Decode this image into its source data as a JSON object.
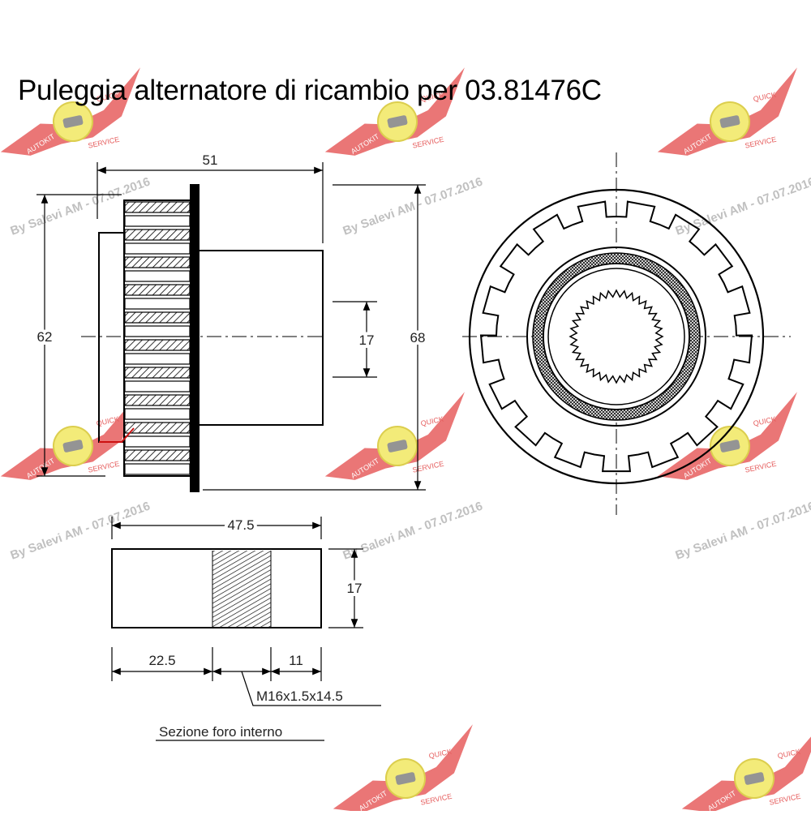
{
  "title": "Puleggia alternatore di ricambio per 03.81476C",
  "dimensions": {
    "overall_length": "51",
    "outer_diameter": "62",
    "bore_diameter": "17",
    "pulley_diameter": "68",
    "insert_length": "47.5",
    "insert_diameter": "17",
    "insert_left": "22.5",
    "insert_right": "11",
    "thread": "M16x1.5x14.5"
  },
  "section_label": "Sezione foro interno",
  "watermark": {
    "text": "By Salevi AM - 07.07.2016",
    "logo_top": "AUTOKIT",
    "logo_bottom": "SERVICE",
    "logo_right": "QUICK",
    "colors": {
      "wing": "#e34b4b",
      "badge": "#f2e96a",
      "text": "#b9b9b9"
    }
  },
  "colors": {
    "line": "#000000",
    "accent": "#cc1111"
  }
}
